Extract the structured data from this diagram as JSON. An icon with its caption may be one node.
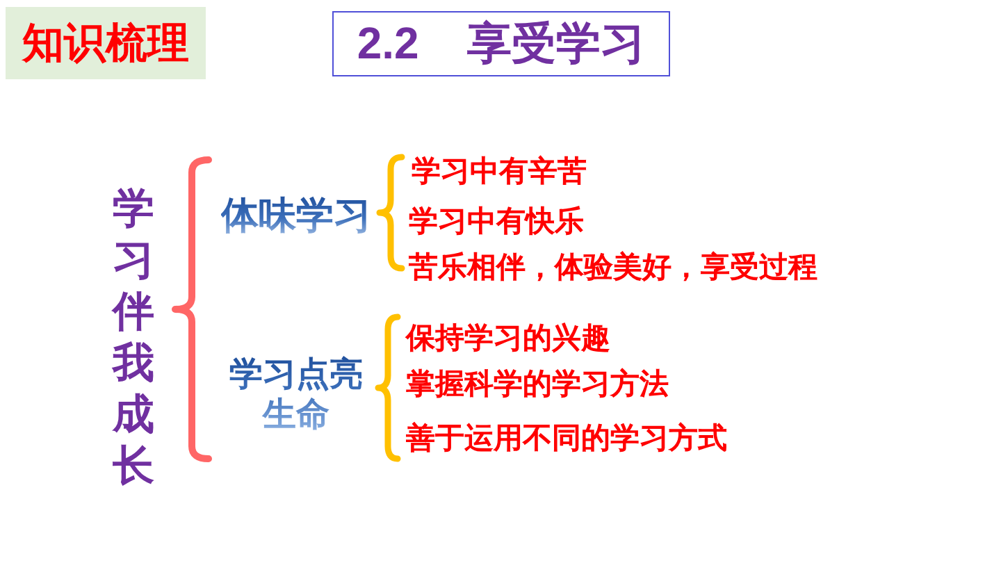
{
  "diagram": {
    "title": "2.2 享受学习",
    "nodes": [
      {
        "text": [
          "知识梳理"
        ]
      },
      {
        "text": [
          "学习伴我成长"
        ]
      },
      {
        "text": [
          "体味学习"
        ]
      },
      {
        "text": [
          "学习中有辛苦"
        ]
      },
      {
        "text": [
          "学习中有快乐"
        ]
      },
      {
        "text": [
          "苦乐相伴，体验美好，享受过程"
        ]
      },
      {
        "text": [
          "学习点亮生命"
        ]
      },
      {
        "text": [
          "保持学习的兴趣"
        ]
      },
      {
        "text": [
          "掌握科学的学习方法"
        ]
      },
      {
        "text": [
          "善于运用不同的学习方式"
        ]
      }
    ],
    "edges": [
      {
        "from": 1,
        "to": 2,
        "arrow": "none",
        "color": "#ff6666"
      },
      {
        "from": 1,
        "to": 6,
        "arrow": "none",
        "color": "#ff6666"
      },
      {
        "from": 2,
        "to": 3,
        "arrow": "none"
      },
      {
        "from": 2,
        "to": 4,
        "arrow": "none"
      },
      {
        "from": 2,
        "to": 5,
        "arrow": "none"
      },
      {
        "from": 6,
        "to": 7,
        "arrow": "none"
      },
      {
        "from": 6,
        "to": 8,
        "arrow": "none"
      },
      {
        "from": 6,
        "to": 9,
        "arrow": "none"
      }
    ]
  }
}
